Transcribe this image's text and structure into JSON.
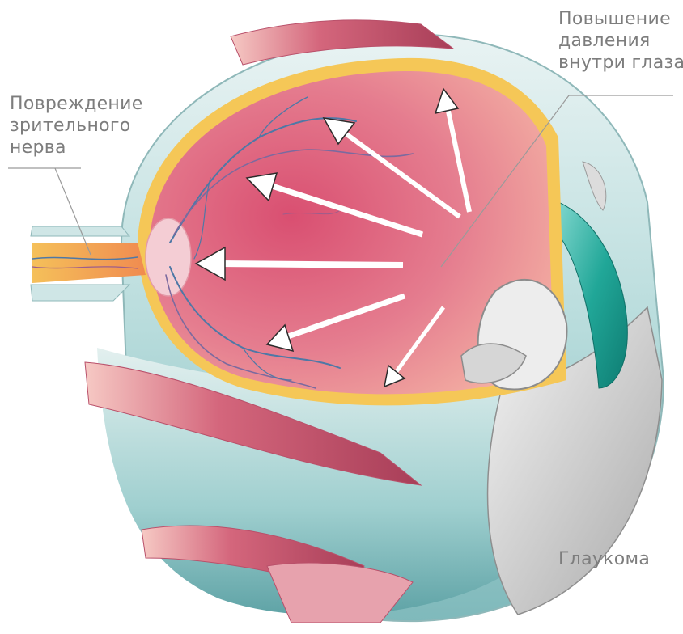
{
  "labels": {
    "pressure": [
      "Повышение",
      "давления",
      "внутри глаза"
    ],
    "nerve": [
      "Повреждение",
      "зрительного",
      "нерва"
    ],
    "title": "Глаукома"
  },
  "colors": {
    "label_text": "#7d7d7d",
    "leader_line": "#9a9a9a",
    "sclera": "#c5e2e2",
    "retina_inner": "#e8778e",
    "choroid_yellow": "#f3c24a",
    "muscle": "#c8556c",
    "cornea_teal": "#1fa89a",
    "arrow_fill": "#ffffff"
  }
}
